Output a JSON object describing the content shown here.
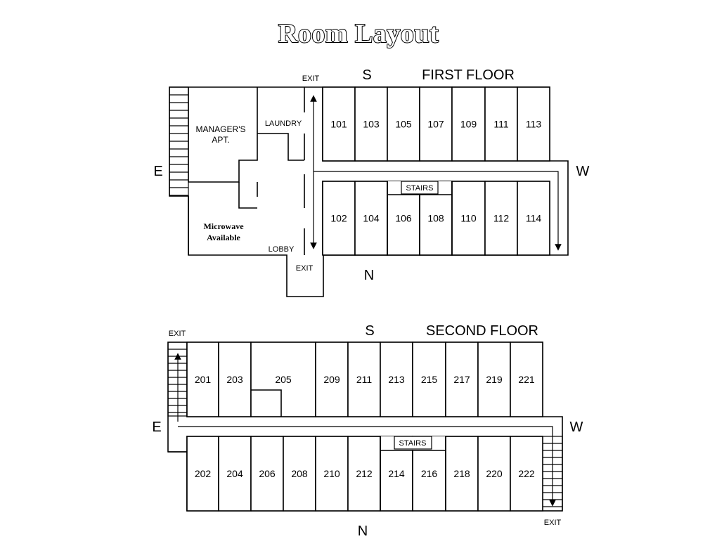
{
  "title": "Room Layout",
  "first_floor": {
    "heading": "FIRST FLOOR",
    "compass": {
      "south": "S",
      "north": "N",
      "east": "E",
      "west": "W"
    },
    "exit_top": "EXIT",
    "exit_bottom": "EXIT",
    "managers_apt_line1": "MANAGER'S",
    "managers_apt_line2": "APT.",
    "laundry": "LAUNDRY",
    "microwave_line1": "Microwave",
    "microwave_line2": "Available",
    "lobby": "LOBBY",
    "stairs": "STAIRS",
    "south_rooms": [
      "101",
      "103",
      "105",
      "107",
      "109",
      "111",
      "113"
    ],
    "north_rooms": [
      "102",
      "104",
      "106",
      "108",
      "110",
      "112",
      "114"
    ]
  },
  "second_floor": {
    "heading": "SECOND FLOOR",
    "compass": {
      "south": "S",
      "north": "N",
      "east": "E",
      "west": "W"
    },
    "exit_top": "EXIT",
    "exit_bottom": "EXIT",
    "stairs": "STAIRS",
    "south_rooms": [
      "201",
      "203",
      "205",
      "209",
      "211",
      "213",
      "215",
      "217",
      "219",
      "221"
    ],
    "north_rooms": [
      "202",
      "204",
      "206",
      "208",
      "210",
      "212",
      "214",
      "216",
      "218",
      "220",
      "222"
    ]
  }
}
